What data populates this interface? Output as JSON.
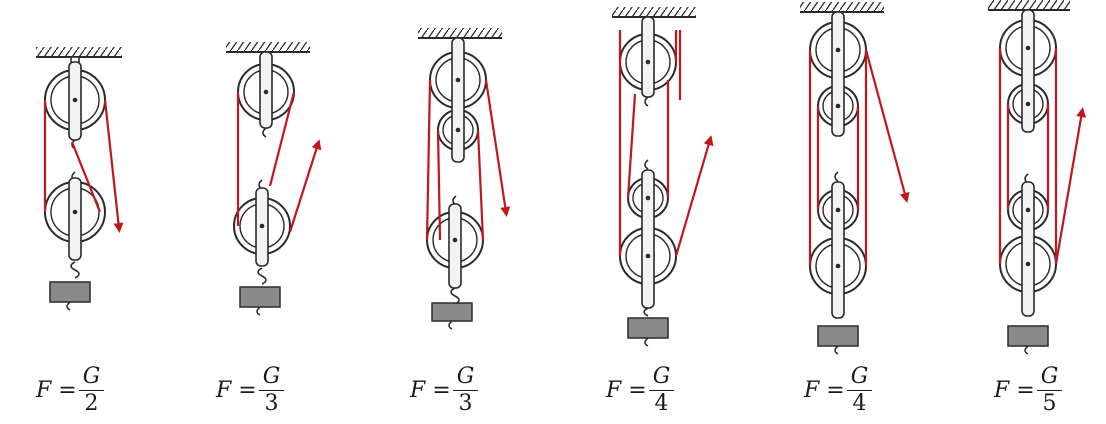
{
  "colors": {
    "rope": "#c0161e",
    "frame": "#2a2a2a",
    "weight": "#8a8a8a"
  },
  "panels": [
    {
      "id": "p1",
      "formula": {
        "lhs": "F =",
        "num": "G",
        "den": "2"
      }
    },
    {
      "id": "p2",
      "formula": {
        "lhs": "F =",
        "num": "G",
        "den": "3"
      }
    },
    {
      "id": "p3",
      "formula": {
        "lhs": "F =",
        "num": "G",
        "den": "3"
      }
    },
    {
      "id": "p4",
      "formula": {
        "lhs": "F =",
        "num": "G",
        "den": "4"
      }
    },
    {
      "id": "p5",
      "formula": {
        "lhs": "F =",
        "num": "G",
        "den": "4"
      }
    },
    {
      "id": "p6",
      "formula": {
        "lhs": "F =",
        "num": "G",
        "den": "5"
      }
    }
  ]
}
